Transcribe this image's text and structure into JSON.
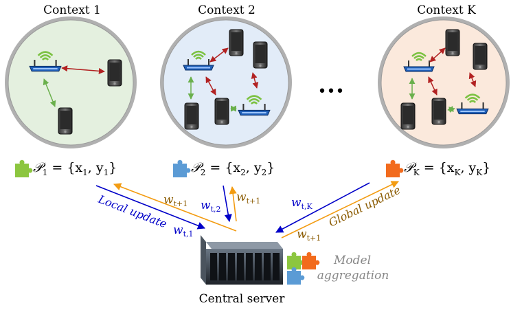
{
  "contexts": [
    {
      "title": "Context 1",
      "param": {
        "sym": "𝒫",
        "sub": "1",
        "rest": " = {x",
        "xsub": "1",
        "comma": ", y",
        "ysub": "1",
        "close": "}"
      },
      "fill": "#e4f0df",
      "puzzle": "#8cc63f"
    },
    {
      "title": "Context 2",
      "param": {
        "sym": "𝒫",
        "sub": "2",
        "rest": " = {x",
        "xsub": "2",
        "comma": ", y",
        "ysub": "2",
        "close": "}"
      },
      "fill": "#e2ecf8",
      "puzzle": "#5b9bd5"
    },
    {
      "title": "Context K",
      "param": {
        "sym": "𝒫",
        "sub": "K",
        "rest": " = {x",
        "xsub": "K",
        "comma": ", y",
        "ysub": "K",
        "close": "}"
      },
      "fill": "#fbe9dc",
      "puzzle": "#f26b1d"
    }
  ],
  "ellipsis": "•••",
  "weights": {
    "w": "w",
    "t1": "t,1",
    "t2": "t,2",
    "tK": "t,K",
    "tplus": "t+1"
  },
  "labels": {
    "local_update": "Local update",
    "global_update": "Global update",
    "model": "Model",
    "aggregation": "aggregation",
    "server": "Central server"
  },
  "colors": {
    "upload": "#0000c8",
    "download": "#f39c12",
    "brown": "#8a5a00",
    "red_link": "#b22222",
    "green_link": "#6ab04c",
    "gray_text": "#888888"
  }
}
